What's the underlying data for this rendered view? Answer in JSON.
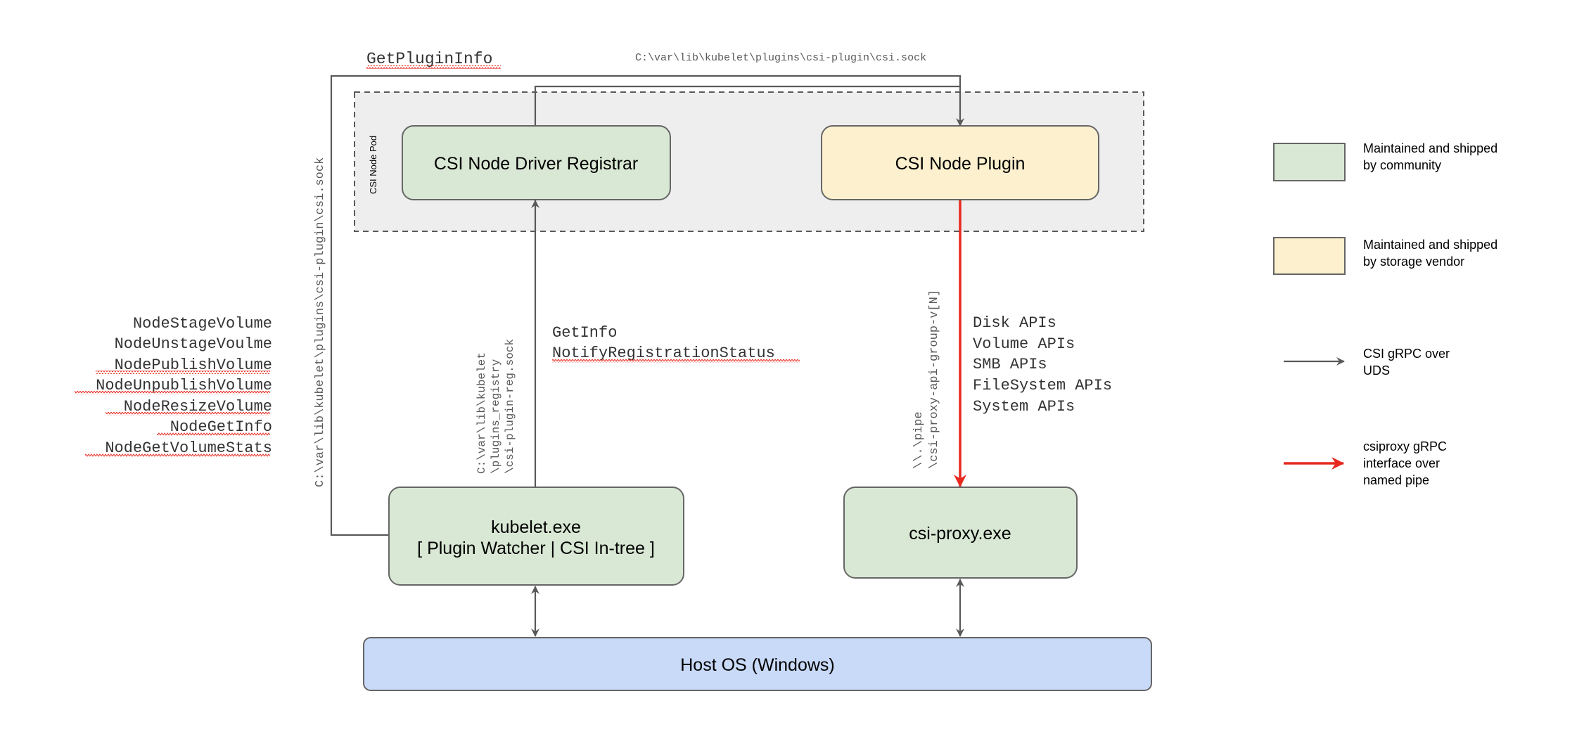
{
  "colors": {
    "community": "#d9e8d4",
    "vendor": "#fcf0ce",
    "host": "#c9daf8",
    "pod_bg": "#eeeeee",
    "uds_arrow": "#595959",
    "pipe_arrow": "#e8291f"
  },
  "pod": {
    "label": "CSI Node Pod"
  },
  "boxes": {
    "registrar": "CSI Node Driver Registrar",
    "plugin": "CSI Node Plugin",
    "kubelet_line1": "kubelet.exe",
    "kubelet_line2": "[ Plugin Watcher | CSI In-tree ]",
    "csi_proxy": "csi-proxy.exe",
    "host_os": "Host OS (Windows)"
  },
  "labels": {
    "get_plugin_info": "GetPluginInfo",
    "plugin_sock_top": "C:\\var\\lib\\kubelet\\plugins\\csi-plugin\\csi.sock",
    "plugin_sock_vertical": "C:\\var\\lib\\kubelet\\plugins\\csi-plugin\\csi.sock",
    "reg_sock_lines": [
      "C:\\var\\lib\\kubelet",
      "\\plugins_registry",
      "\\csi-plugin-reg.sock"
    ],
    "registration_calls": [
      "GetInfo",
      "NotifyRegistrationStatus"
    ],
    "pipe_lines": [
      "\\\\.\\pipe",
      "\\csi-proxy-api-group-v[N]"
    ],
    "api_groups": [
      "Disk APIs",
      "Volume APIs",
      "SMB APIs",
      "FileSystem APIs",
      "System APIs"
    ],
    "node_calls": [
      "NodeStageVolume",
      "NodeUnstageVoulme",
      "NodePublishVolume",
      "NodeUnpublishVolume",
      "NodeResizeVolume",
      "NodeGetInfo",
      "NodeGetVolumeStats"
    ]
  },
  "legend": {
    "community": [
      "Maintained and shipped",
      "by community"
    ],
    "vendor": [
      "Maintained and shipped",
      "by storage vendor"
    ],
    "uds": [
      "CSI gRPC over",
      "UDS"
    ],
    "pipe": [
      "csiproxy gRPC",
      "interface over",
      "named pipe"
    ]
  }
}
